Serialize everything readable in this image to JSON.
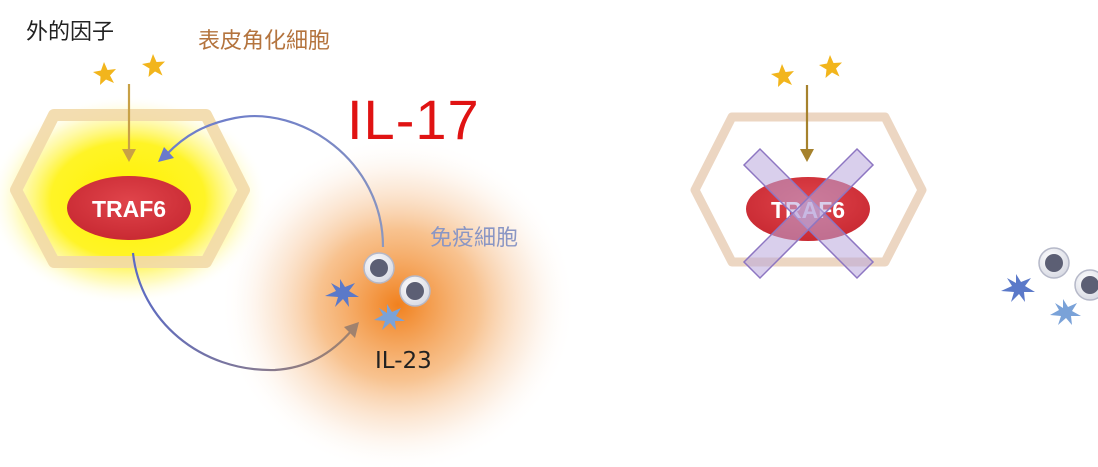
{
  "labels": {
    "external_factor": "外的因子",
    "keratinocyte": "表皮角化細胞",
    "il17": "IL-17",
    "immune_cell": "免疫細胞",
    "il23": "IL-23"
  },
  "left_panel": {
    "traf6_label": "TRAF6"
  },
  "right_panel": {
    "traf6_label": "TRAF6"
  },
  "colors": {
    "traf6_fill": "#d8343d",
    "il17_text": "#e01313",
    "keratinocyte_text": "#b4743e",
    "immune_text": "#8a96c4",
    "hexagon_stroke": "#e8cfb6",
    "glow": "#fff000",
    "star": "#f2b51c",
    "cross": "#9f89c7"
  }
}
